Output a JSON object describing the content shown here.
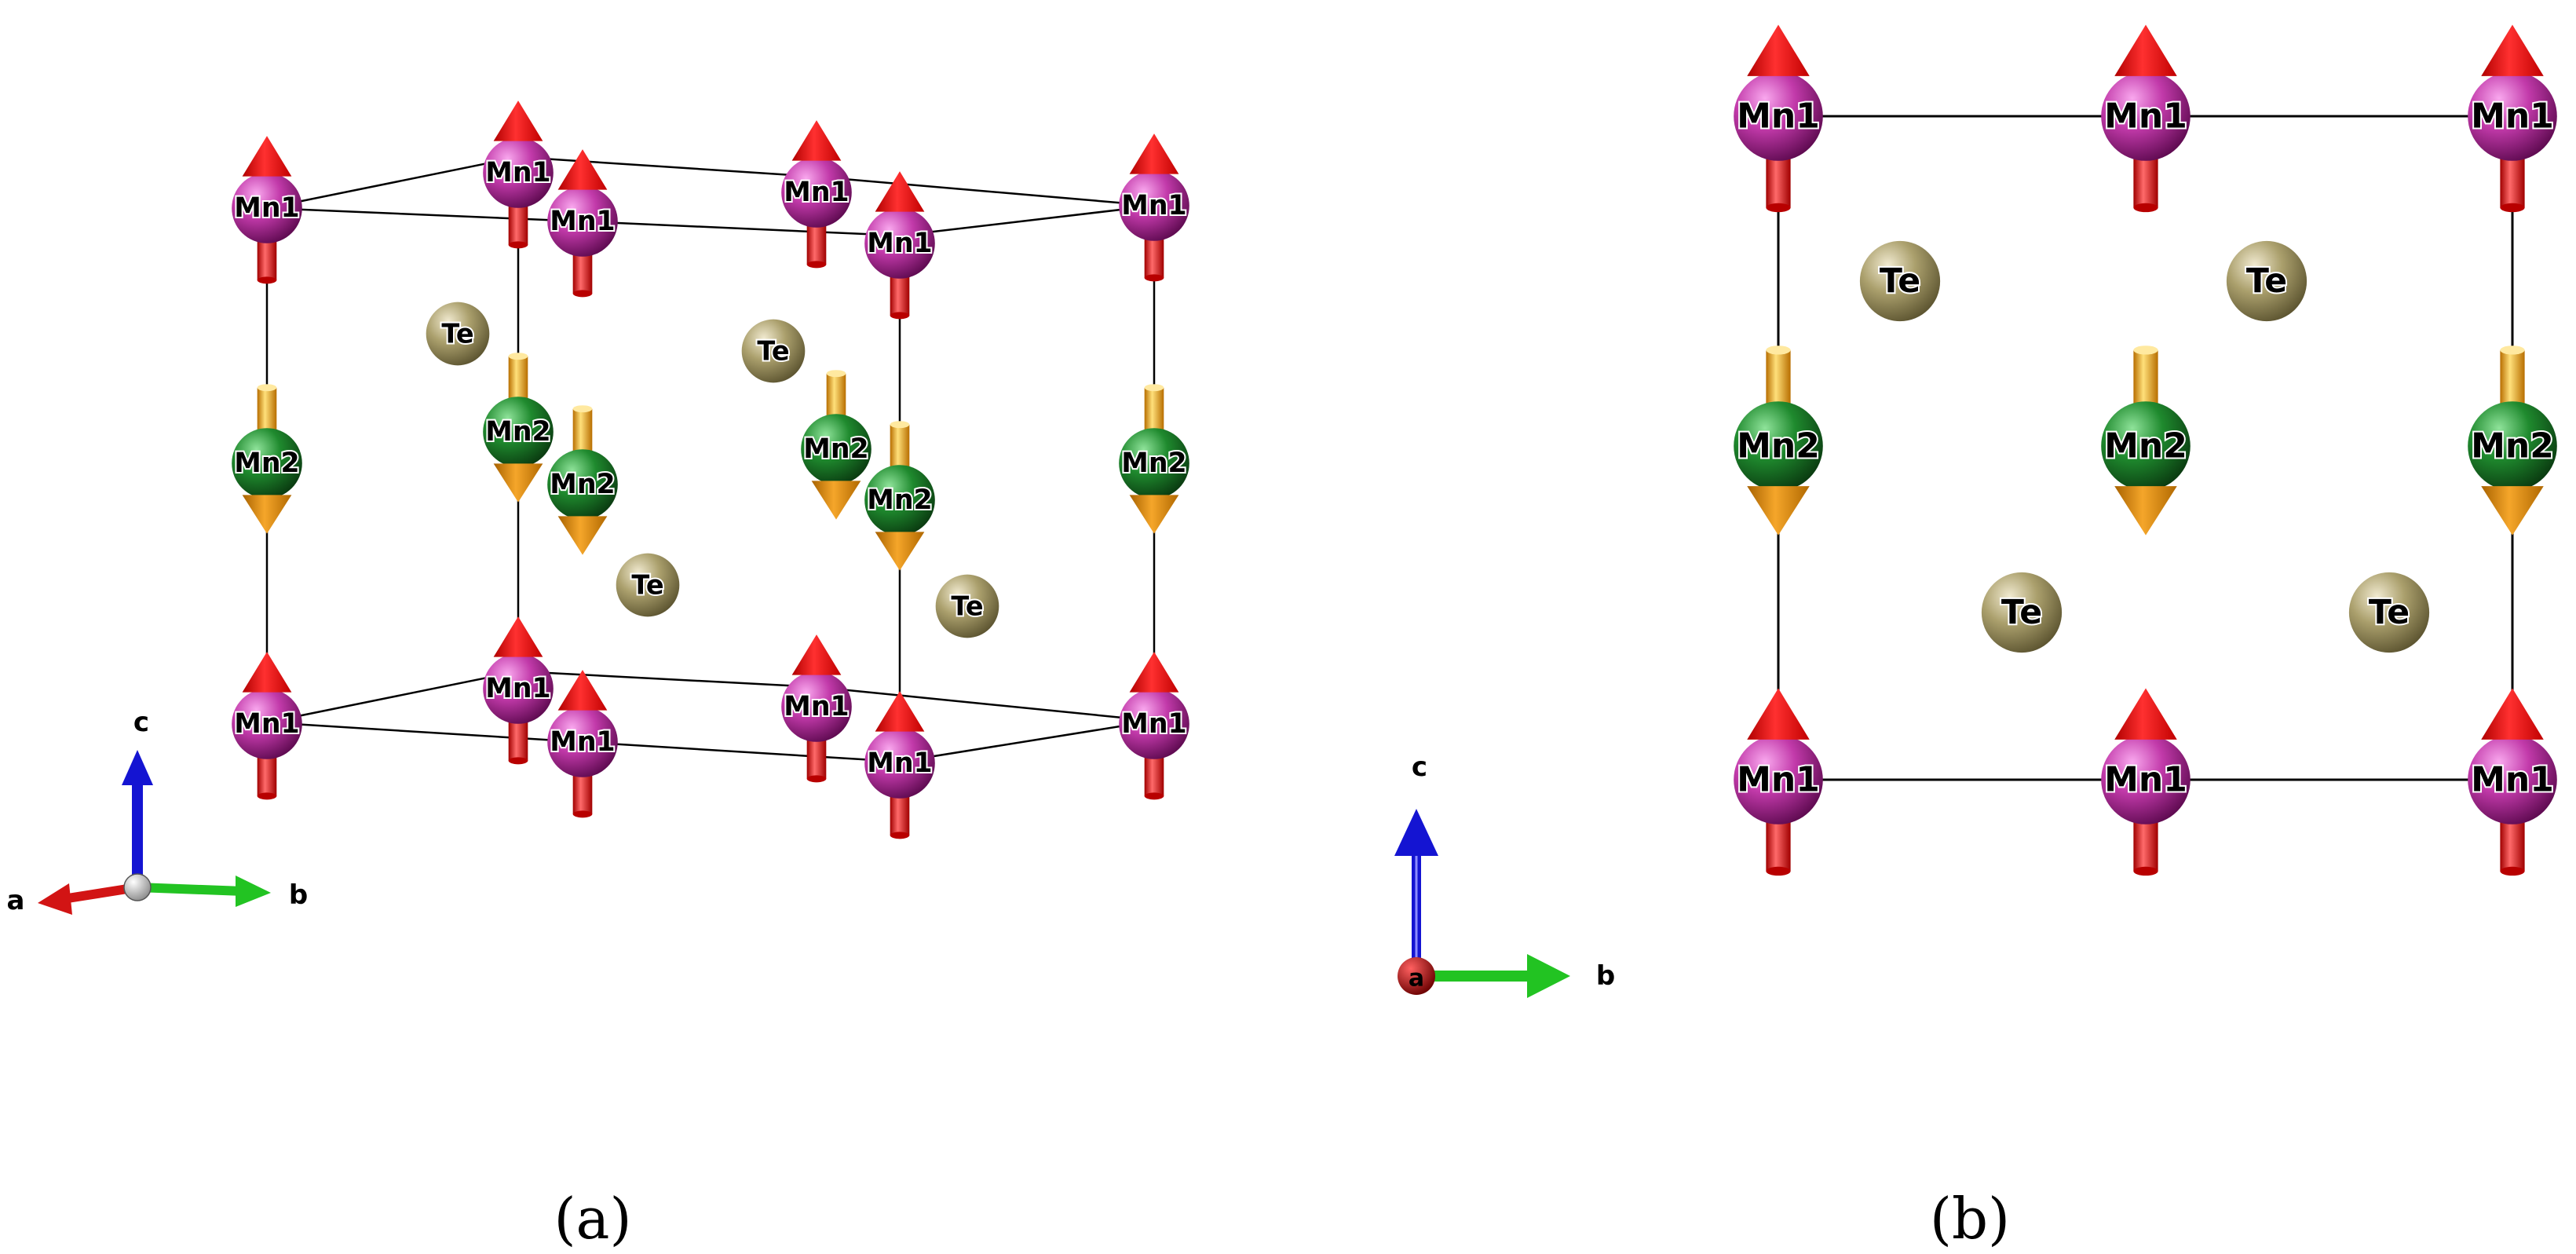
{
  "panels": [
    {
      "id": "a",
      "caption": "(a)",
      "axes": {
        "x": "a",
        "y": "b",
        "z": "c"
      }
    },
    {
      "id": "b",
      "caption": "(b)",
      "axes": {
        "x": "a",
        "y": "b",
        "z": "c"
      }
    }
  ],
  "species": {
    "Mn1": {
      "label": "Mn1",
      "spin": "up"
    },
    "Mn2": {
      "label": "Mn2",
      "spin": "down"
    },
    "Te": {
      "label": "Te"
    }
  },
  "colors": {
    "mn1": "#b0289a",
    "mn2": "#1e7a2a",
    "te": "#a59a68",
    "mn1_moment": "#ee1111",
    "mn2_moment": "#f2a20e",
    "axis_a": "#d21414",
    "axis_b": "#22c322",
    "axis_c": "#1414d2",
    "cell_edge": "#000000"
  }
}
